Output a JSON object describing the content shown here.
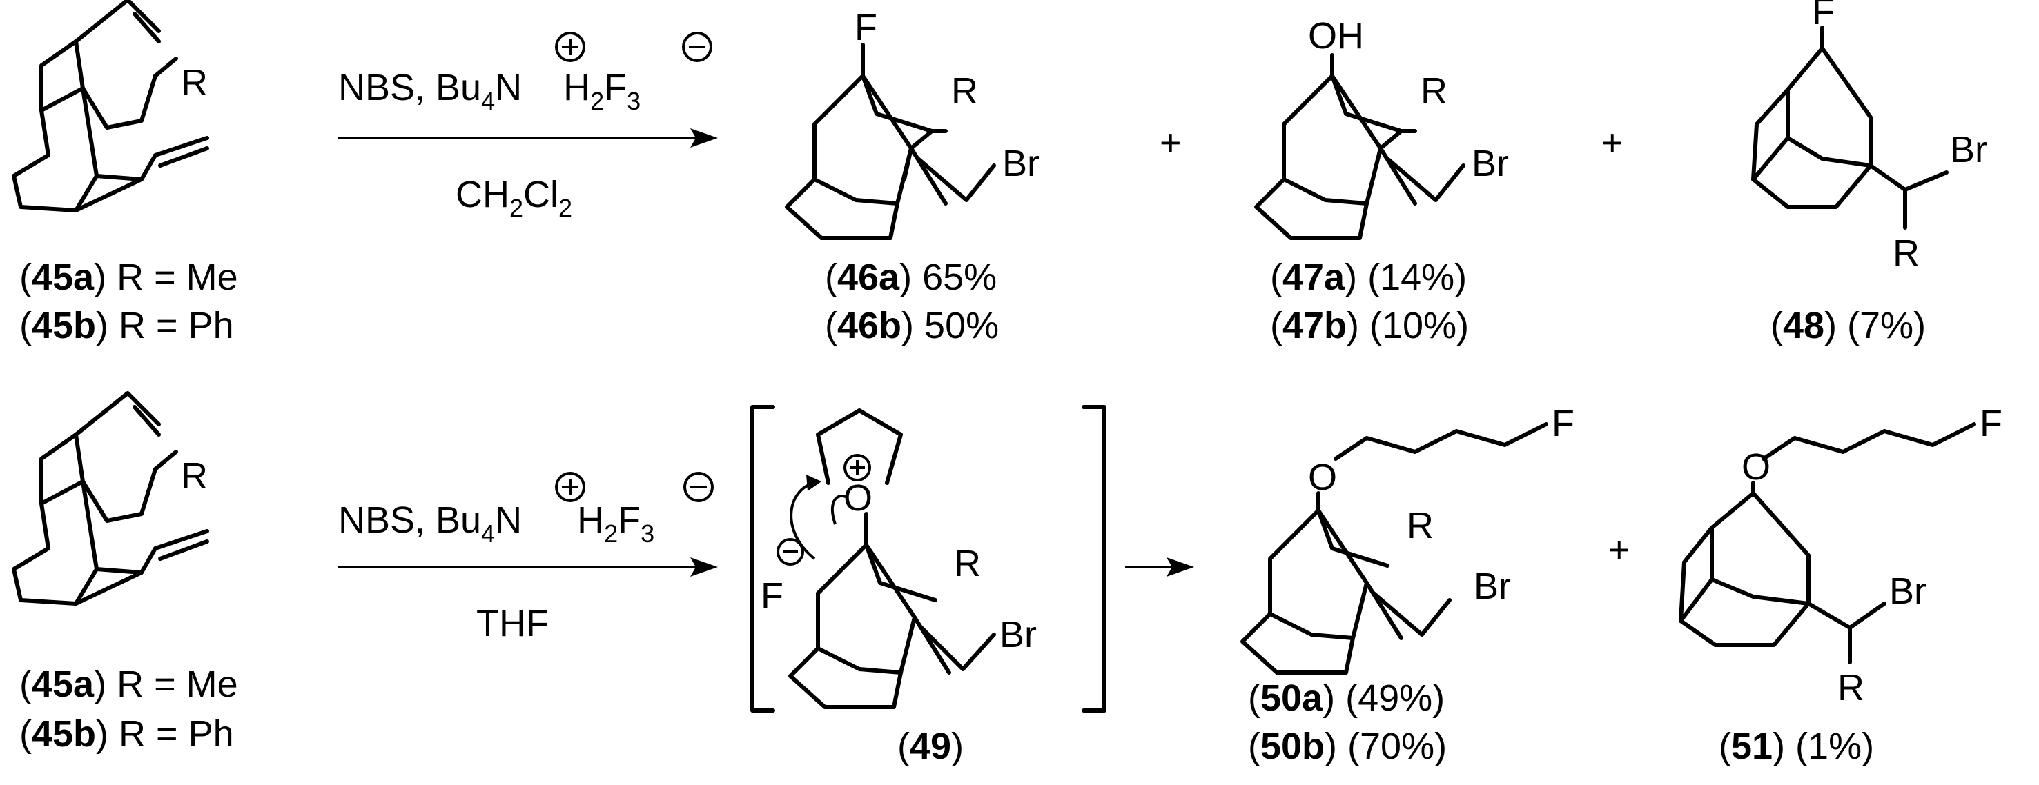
{
  "row1": {
    "reagent_line1": {
      "a": "NBS, Bu",
      "b": "4",
      "c": "N",
      "d": "H",
      "e": "2",
      "f": "F",
      "g": "3"
    },
    "solvent": {
      "a": "CH",
      "b": "2",
      "c": "Cl",
      "d": "2"
    },
    "sm": {
      "R": "R",
      "label_a": {
        "id": "45a",
        "text": " R = Me"
      },
      "label_b": {
        "id": "45b",
        "text": " R = Ph"
      }
    },
    "p46": {
      "F": "F",
      "R": "R",
      "Br": "Br",
      "label_a": {
        "id": "46a",
        "text": " 65%"
      },
      "label_b": {
        "id": "46b",
        "text": " 50%"
      }
    },
    "p47": {
      "OH": "OH",
      "R": "R",
      "Br": "Br",
      "label_a": {
        "id": "47a",
        "text": " (14%)"
      },
      "label_b": {
        "id": "47b",
        "text": " (10%)"
      }
    },
    "p48": {
      "F": "F",
      "Br": "Br",
      "R": "R",
      "label": {
        "id": "48",
        "text": " (7%)"
      }
    },
    "plus1": "+",
    "plus2": "+"
  },
  "row2": {
    "reagent_line1": {
      "a": "NBS, Bu",
      "b": "4",
      "c": "N",
      "d": "H",
      "e": "2",
      "f": "F",
      "g": "3"
    },
    "solvent": "THF",
    "sm": {
      "R": "R",
      "label_a": {
        "id": "45a",
        "text": " R = Me"
      },
      "label_b": {
        "id": "45b",
        "text": " R = Ph"
      }
    },
    "i49": {
      "O": "O",
      "F": "F",
      "R": "R",
      "Br": "Br",
      "label": {
        "id": "49",
        "text": ""
      }
    },
    "p50": {
      "O": "O",
      "F": "F",
      "R": "R",
      "Br": "Br",
      "label_a": {
        "id": "50a",
        "text": " (49%)"
      },
      "label_b": {
        "id": "50b",
        "text": " (70%)"
      }
    },
    "p51": {
      "O": "O",
      "F": "F",
      "Br": "Br",
      "R": "R",
      "label": {
        "id": "51",
        "text": " (1%)"
      }
    },
    "plus": "+"
  },
  "colors": {
    "ink": "#000000",
    "background": "#ffffff"
  }
}
